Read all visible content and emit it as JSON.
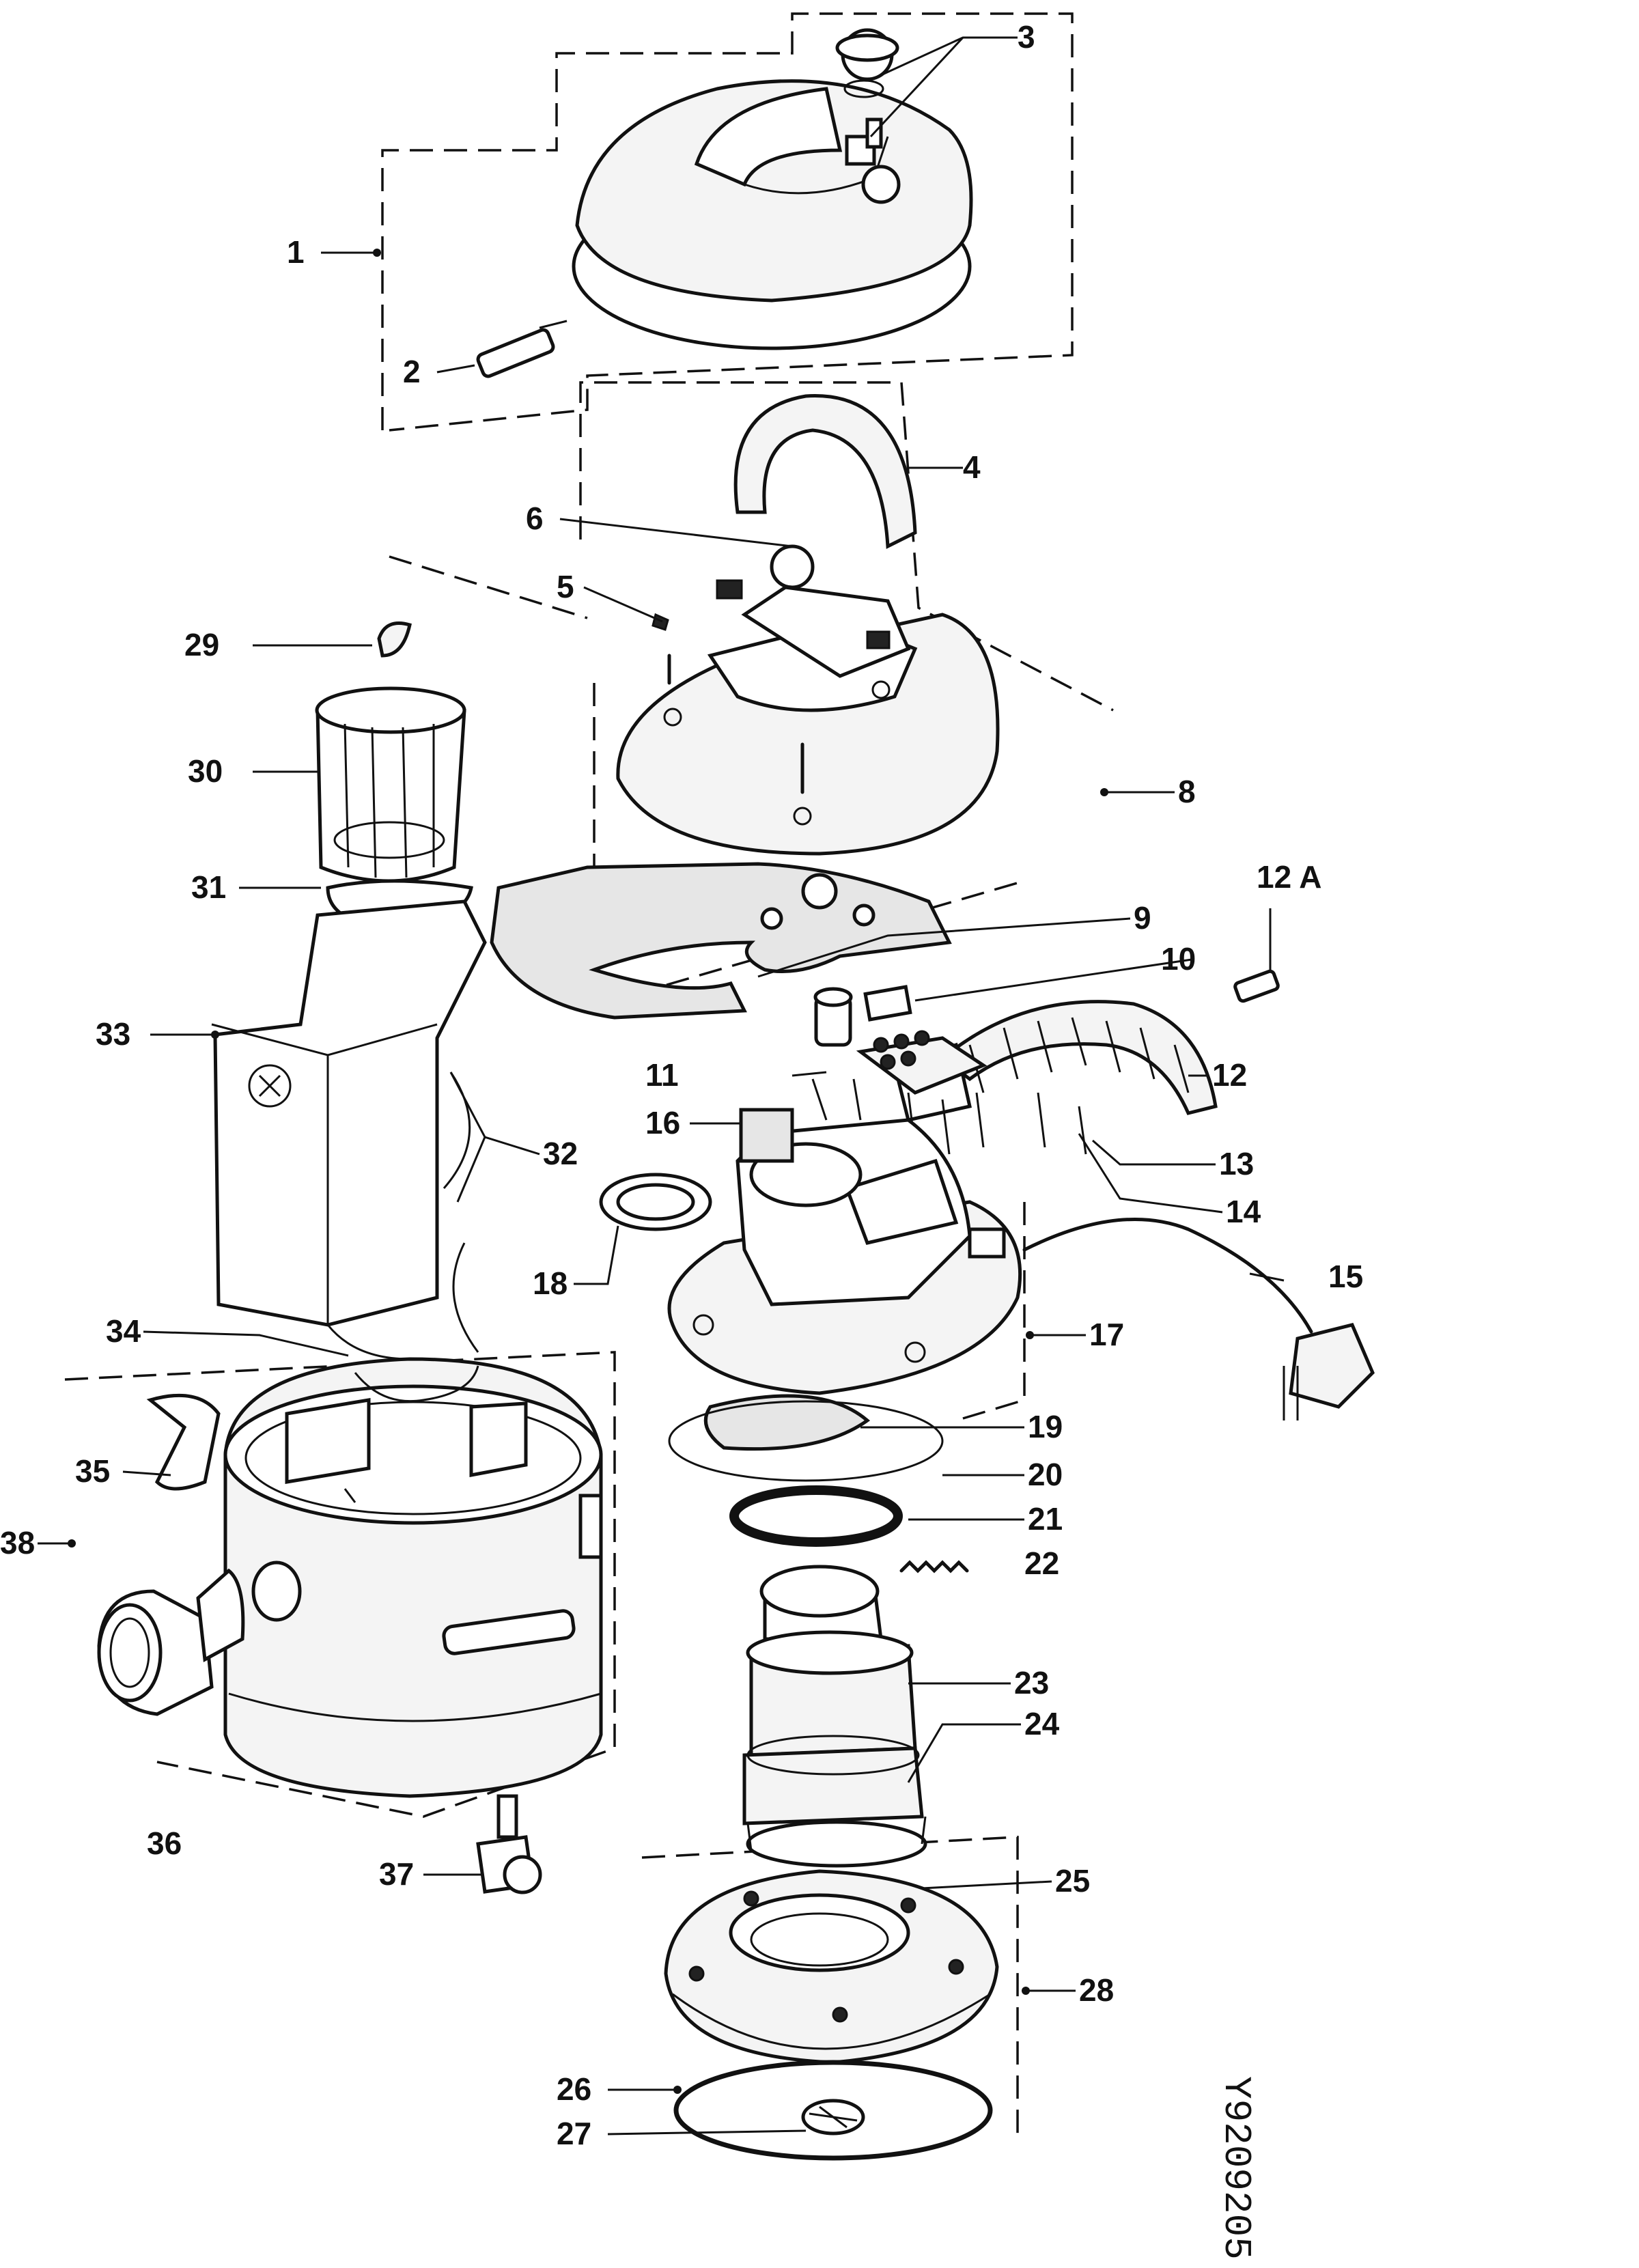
{
  "labels": {
    "l1": "1",
    "l2": "2",
    "l3": "3",
    "l4": "4",
    "l5": "5",
    "l6": "6",
    "l8": "8",
    "l9": "9",
    "l10": "10",
    "l11": "11",
    "l12": "12",
    "l12a": "12 A",
    "l13": "13",
    "l14": "14",
    "l15": "15",
    "l16": "16",
    "l17": "17",
    "l18": "18",
    "l19": "19",
    "l20": "20",
    "l21": "21",
    "l22": "22",
    "l23": "23",
    "l24": "24",
    "l25": "25",
    "l26": "26",
    "l27": "27",
    "l28": "28",
    "l29": "29",
    "l30": "30",
    "l31": "31",
    "l32": "32",
    "l33": "33",
    "l34": "34",
    "l35": "35",
    "l36": "36",
    "l37": "37",
    "l38": "38"
  },
  "code": "Y9209205"
}
